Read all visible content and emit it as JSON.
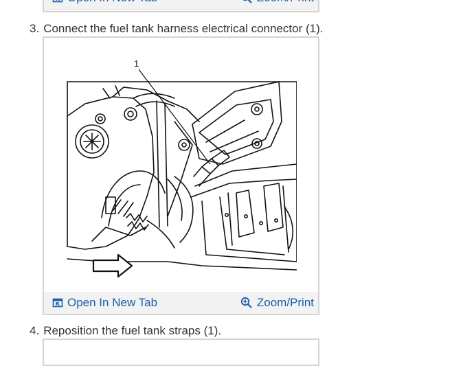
{
  "figure_links": {
    "open_label": "Open In New Tab",
    "zoom_label": "Zoom/Print",
    "open_icon": "open-new-tab-icon",
    "zoom_icon": "magnifier-plus-icon",
    "link_color": "#1a5da8"
  },
  "steps": [
    {
      "number": "3.",
      "text": "Connect the fuel tank harness electrical connector (1)."
    },
    {
      "number": "4.",
      "text": "Reposition the fuel tank straps (1)."
    }
  ],
  "diagram": {
    "callout": "1"
  }
}
